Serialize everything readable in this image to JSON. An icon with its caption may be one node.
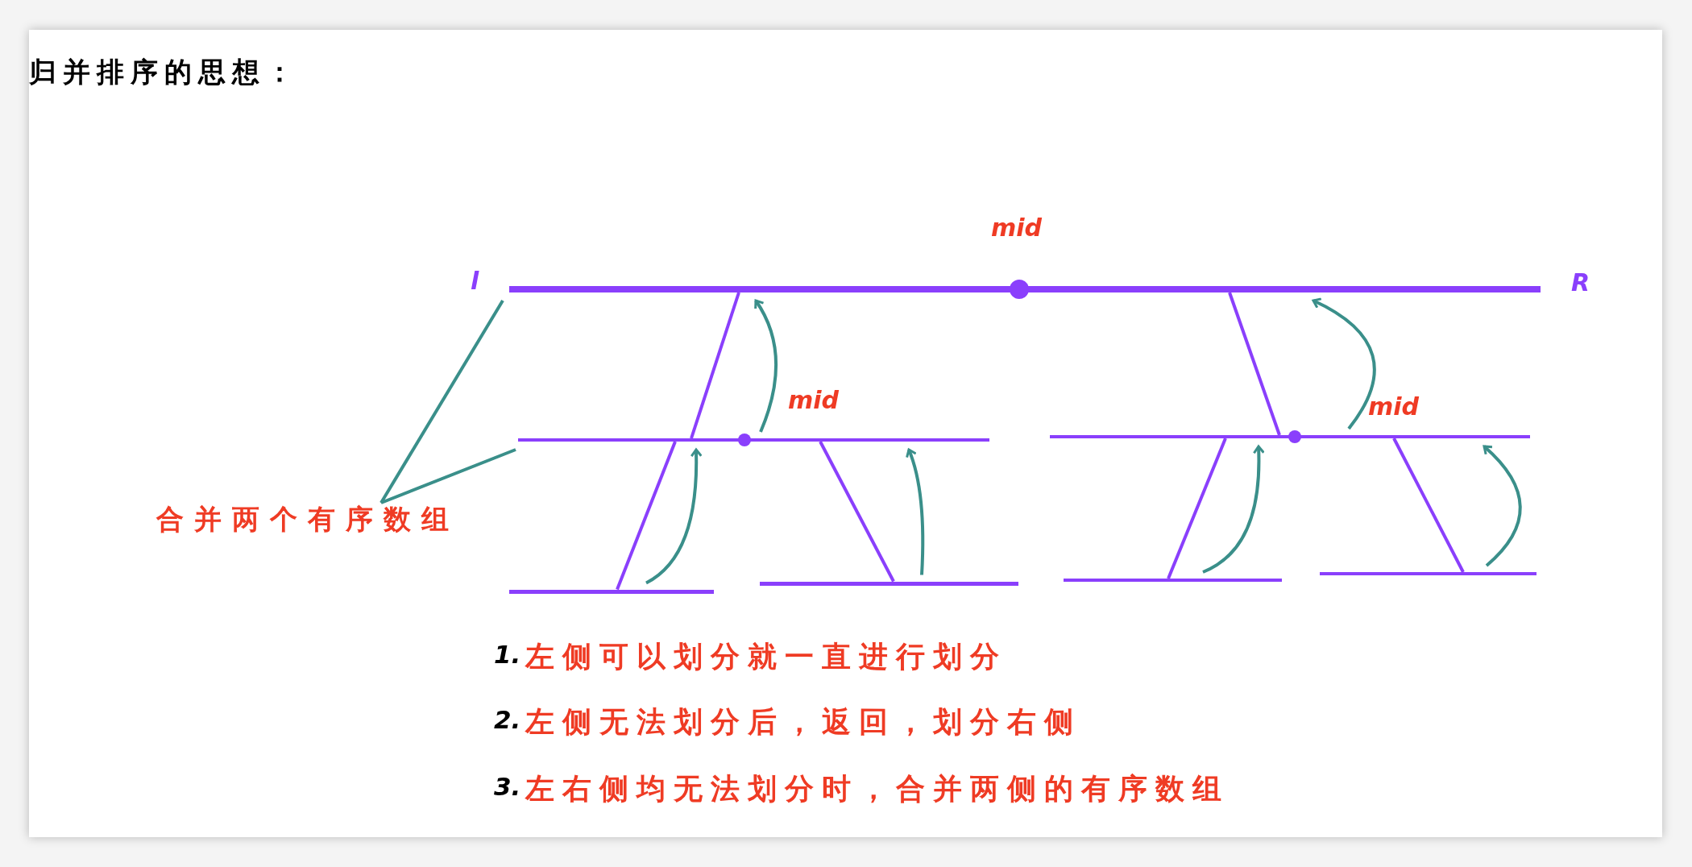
{
  "diagram": {
    "title": "归并排序的思想：",
    "nodes": [
      {
        "text": [],
        "shape": "bar",
        "beside": [
          "mid",
          "l",
          "R"
        ]
      },
      {
        "text": [],
        "shape": "bar",
        "beside": [
          "mid"
        ]
      },
      {
        "text": [],
        "shape": "bar",
        "beside": [
          "mid"
        ]
      },
      {
        "text": [],
        "shape": "bar"
      },
      {
        "text": [],
        "shape": "bar"
      },
      {
        "text": [],
        "shape": "bar"
      },
      {
        "text": [],
        "shape": "bar"
      },
      {
        "text": [
          "合并两个有序数组"
        ]
      }
    ],
    "edges": [
      {
        "from": 0,
        "to": 1,
        "arrow": "none",
        "color": "#8a3ffc"
      },
      {
        "from": 0,
        "to": 2,
        "arrow": "none",
        "color": "#8a3ffc"
      },
      {
        "from": 1,
        "to": 3,
        "arrow": "none",
        "color": "#8a3ffc"
      },
      {
        "from": 1,
        "to": 4,
        "arrow": "none",
        "color": "#8a3ffc"
      },
      {
        "from": 2,
        "to": 5,
        "arrow": "none",
        "color": "#8a3ffc"
      },
      {
        "from": 2,
        "to": 6,
        "arrow": "none",
        "color": "#8a3ffc"
      },
      {
        "from": 1,
        "to": 0,
        "arrow": "to"
      },
      {
        "from": 2,
        "to": 0,
        "arrow": "to"
      },
      {
        "from": 3,
        "to": 1,
        "arrow": "to"
      },
      {
        "from": 4,
        "to": 1,
        "arrow": "to"
      },
      {
        "from": 5,
        "to": 2,
        "arrow": "to"
      },
      {
        "from": 6,
        "to": 2,
        "arrow": "to"
      },
      {
        "from": 7,
        "to": 0,
        "arrow": "none"
      },
      {
        "from": 7,
        "to": 1,
        "arrow": "none"
      }
    ],
    "labels": [
      "1.",
      "左侧可以划分就一直进行划分",
      "2.",
      "左侧无法划分后，返回，划分右侧",
      "3.",
      "左右侧均无法划分时，合并两侧的有序数组"
    ]
  }
}
